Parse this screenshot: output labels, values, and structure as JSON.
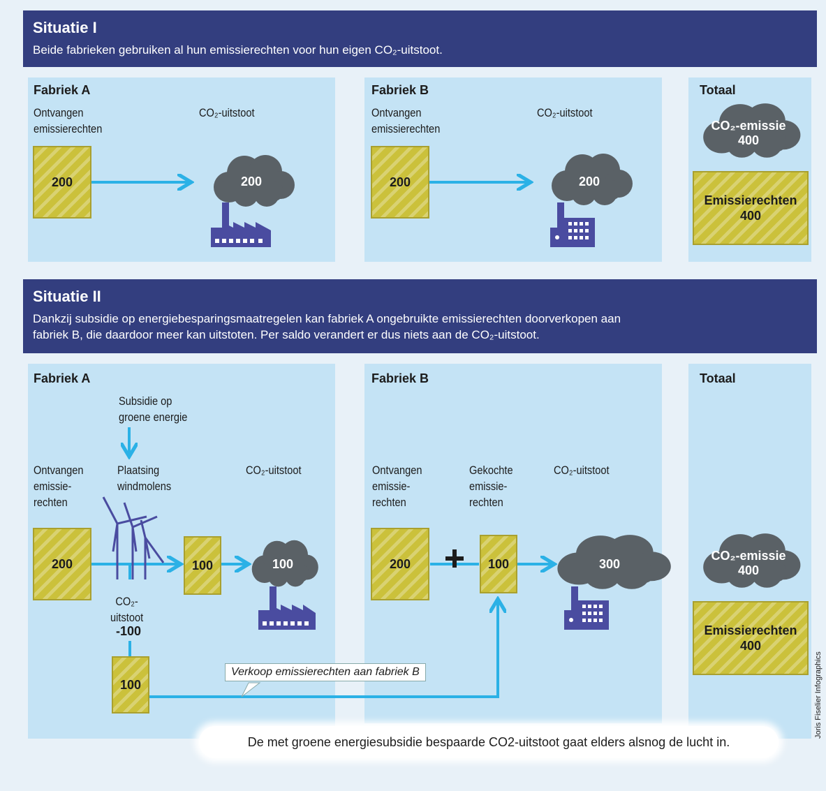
{
  "situation1": {
    "title": "Situatie I",
    "desc": "Beide fabrieken gebruiken al hun emissierechten voor hun eigen CO₂-uitstoot.",
    "factoryA": {
      "title": "Fabriek A",
      "received_label": [
        "Ontvangen",
        "emissierechten"
      ],
      "emission_label": "CO₂-uitstoot",
      "rights_value": "200",
      "emission_value": "200"
    },
    "factoryB": {
      "title": "Fabriek B",
      "received_label": [
        "Ontvangen",
        "emissierechten"
      ],
      "emission_label": "CO₂-uitstoot",
      "rights_value": "200",
      "emission_value": "200"
    },
    "total": {
      "title": "Totaal",
      "emission_label": "CO₂-emissie",
      "emission_value": "400",
      "rights_label": "Emissierechten",
      "rights_value": "400"
    }
  },
  "situation2": {
    "title": "Situatie II",
    "desc_lines": [
      "Dankzij subsidie op energiebesparingsmaatregelen kan fabriek A ongebruikte emissierechten doorverkopen aan",
      "fabriek B, die daardoor meer kan uitstoten. Per saldo verandert er dus niets aan de CO₂-uitstoot."
    ],
    "factoryA": {
      "title": "Fabriek A",
      "subsidy_label": [
        "Subsidie op",
        "groene energie"
      ],
      "received_label": [
        "Ontvangen",
        "emissie-",
        "rechten"
      ],
      "windmill_label": [
        "Plaatsing",
        "windmolens"
      ],
      "emission_label": "CO₂-uitstoot",
      "rights_value": "200",
      "remaining_value": "100",
      "emission_value": "100",
      "reduction_label": [
        "CO₂-",
        "uitstoot"
      ],
      "reduction_value": "-100",
      "sold_value": "100"
    },
    "sell_label": "Verkoop emissierechten aan fabriek B",
    "factoryB": {
      "title": "Fabriek B",
      "received_label": [
        "Ontvangen",
        "emissie-",
        "rechten"
      ],
      "bought_label": [
        "Gekochte",
        "emissie-",
        "rechten"
      ],
      "emission_label": "CO₂-uitstoot",
      "rights_value": "200",
      "bought_value": "100",
      "emission_value": "300"
    },
    "total": {
      "title": "Totaal",
      "emission_label": "CO₂-emissie",
      "emission_value": "400",
      "rights_label": "Emissierechten",
      "rights_value": "400"
    }
  },
  "bottom_note": "De met groene energiesubsidie bespaarde CO2-uitstoot gaat elders alsnog de lucht in.",
  "credit": "Joris Fiselier Infographics",
  "colors": {
    "banner": "#333e7f",
    "panel": "#c4e3f5",
    "rights_box": "#cbc13b",
    "cloud": "#5a6166",
    "factory": "#4a4ca0",
    "arrow": "#2bb1e6"
  }
}
